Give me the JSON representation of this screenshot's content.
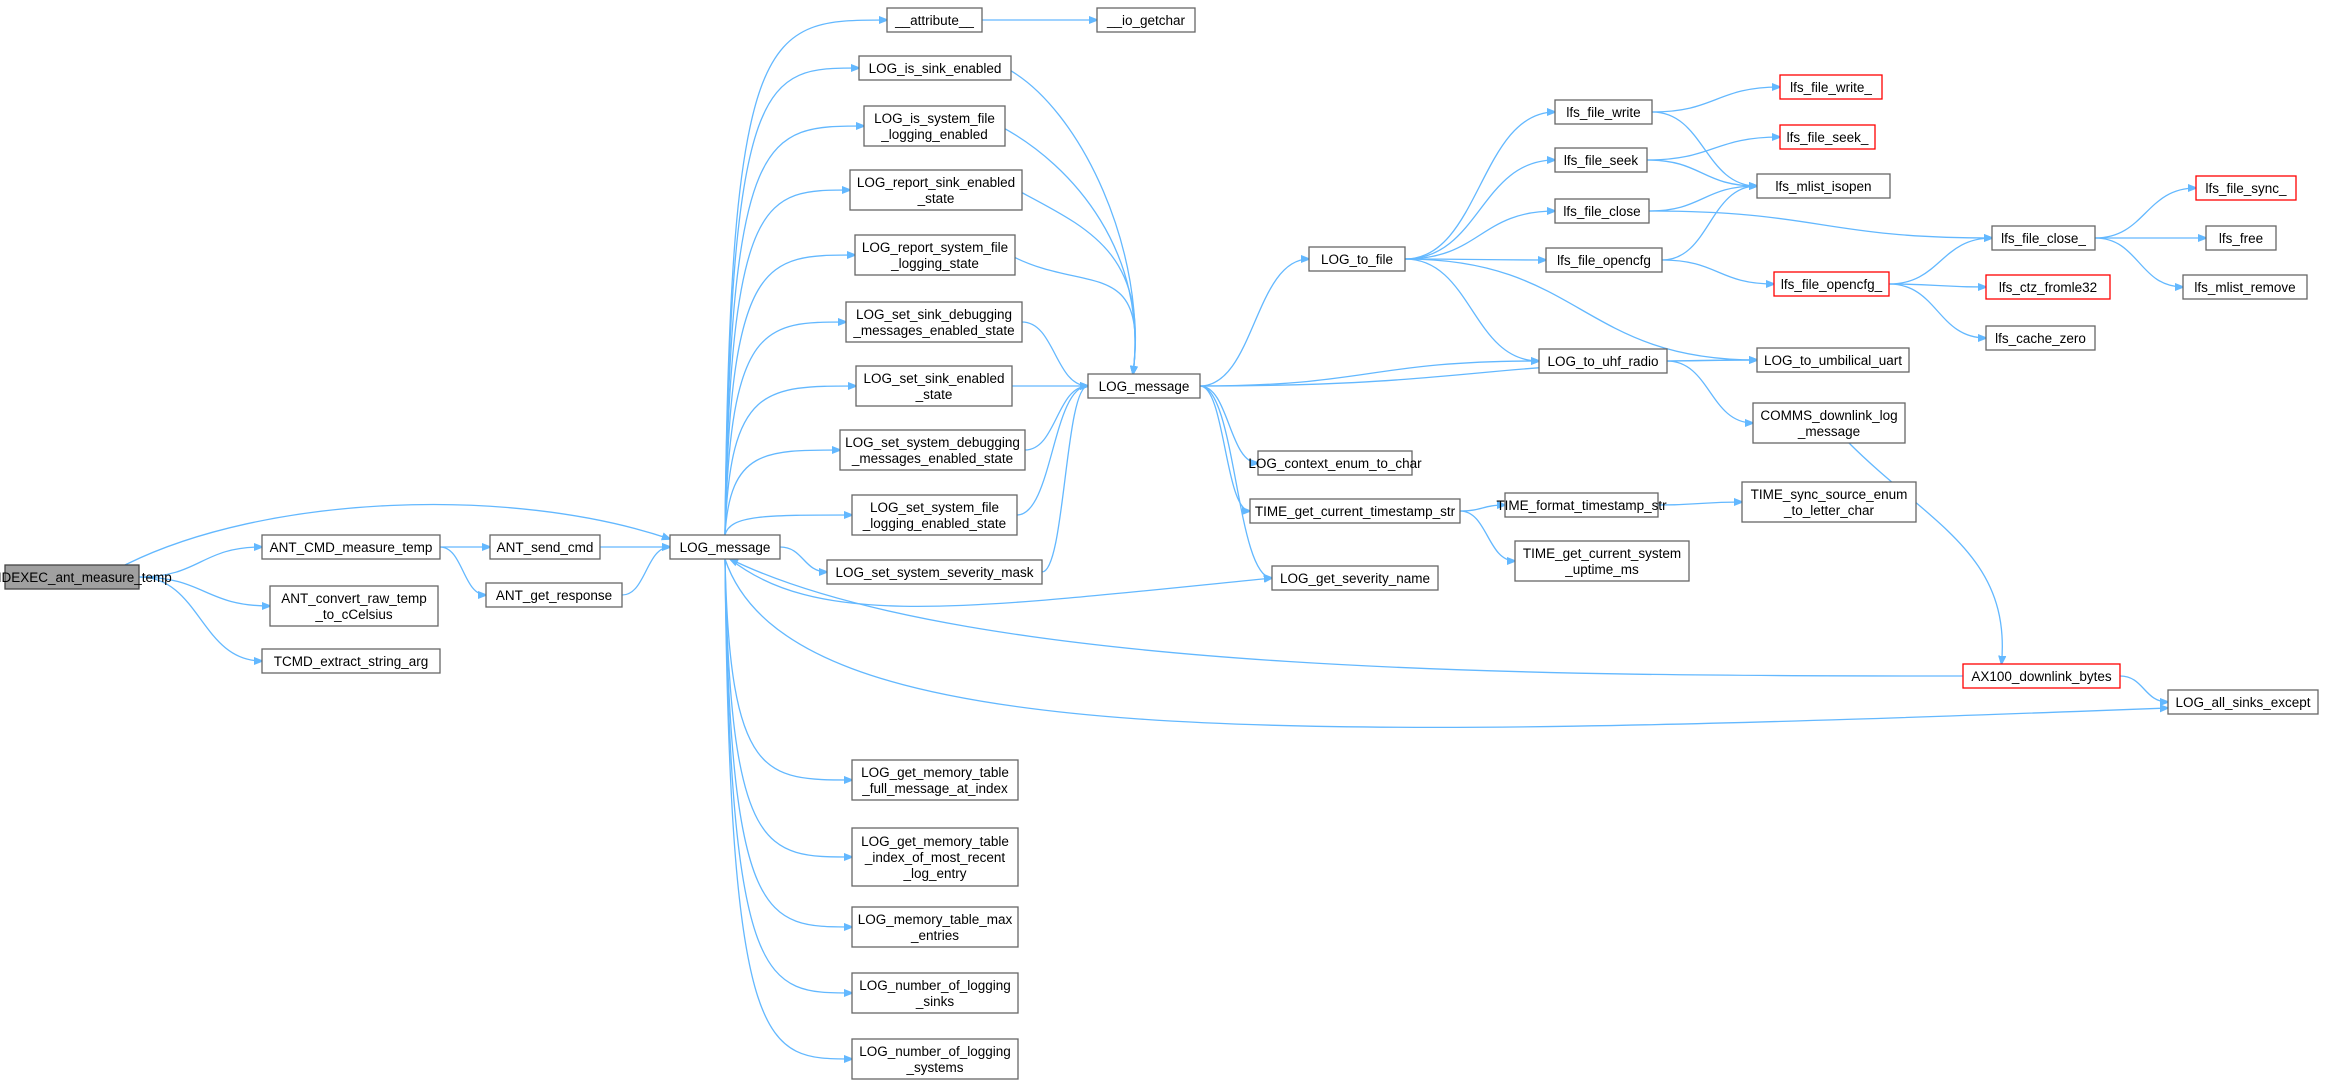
{
  "colors": {
    "edge": "#63b8ff",
    "node_border": "#666666",
    "root_fill": "#a0a0a0",
    "truncated_border": "#ff0000"
  },
  "nodes": {
    "root": [
      "TCMDEXEC_ant_measure_temp"
    ],
    "ant_cmd_measure_temp": [
      "ANT_CMD_measure_temp"
    ],
    "ant_convert": [
      "ANT_convert_raw_temp",
      "_to_cCelsius"
    ],
    "tcmd_extract": [
      "TCMD_extract_string_arg"
    ],
    "ant_send_cmd": [
      "ANT_send_cmd"
    ],
    "ant_get_response": [
      "ANT_get_response"
    ],
    "log_message_l": [
      "LOG_message"
    ],
    "attribute": [
      "__attribute__"
    ],
    "io_getchar": [
      "__io_getchar"
    ],
    "log_is_sink_enabled": [
      "LOG_is_sink_enabled"
    ],
    "log_is_system_file": [
      "LOG_is_system_file",
      "_logging_enabled"
    ],
    "log_report_sink": [
      "LOG_report_sink_enabled",
      "_state"
    ],
    "log_report_system_file": [
      "LOG_report_system_file",
      "_logging_state"
    ],
    "log_set_sink_debugging": [
      "LOG_set_sink_debugging",
      "_messages_enabled_state"
    ],
    "log_set_sink_enabled": [
      "LOG_set_sink_enabled",
      "_state"
    ],
    "log_set_system_debugging": [
      "LOG_set_system_debugging",
      "_messages_enabled_state"
    ],
    "log_set_system_file": [
      "LOG_set_system_file",
      "_logging_enabled_state"
    ],
    "log_set_system_severity": [
      "LOG_set_system_severity_mask"
    ],
    "log_get_mem_full": [
      "LOG_get_memory_table",
      "_full_message_at_index"
    ],
    "log_get_mem_index": [
      "LOG_get_memory_table",
      "_index_of_most_recent",
      "_log_entry"
    ],
    "log_mem_max": [
      "LOG_memory_table_max",
      "_entries"
    ],
    "log_num_sinks": [
      "LOG_number_of_logging",
      "_sinks"
    ],
    "log_num_systems": [
      "LOG_number_of_logging",
      "_systems"
    ],
    "log_message_c": [
      "LOG_message"
    ],
    "log_to_file": [
      "LOG_to_file"
    ],
    "log_context_enum": [
      "LOG_context_enum_to_char"
    ],
    "time_get_current_ts": [
      "TIME_get_current_timestamp_str"
    ],
    "log_get_severity": [
      "LOG_get_severity_name"
    ],
    "lfs_file_write": [
      "lfs_file_write"
    ],
    "lfs_file_seek": [
      "lfs_file_seek"
    ],
    "lfs_file_close": [
      "lfs_file_close"
    ],
    "lfs_file_opencfg": [
      "lfs_file_opencfg"
    ],
    "log_to_uhf": [
      "LOG_to_uhf_radio"
    ],
    "time_format_ts": [
      "TIME_format_timestamp_str"
    ],
    "time_get_uptime": [
      "TIME_get_current_system",
      "_uptime_ms"
    ],
    "lfs_file_write_": [
      "lfs_file_write_"
    ],
    "lfs_file_seek_": [
      "lfs_file_seek_"
    ],
    "lfs_mlist_isopen": [
      "lfs_mlist_isopen"
    ],
    "lfs_file_opencfg_": [
      "lfs_file_opencfg_"
    ],
    "log_to_umbilical": [
      "LOG_to_umbilical_uart"
    ],
    "comms_downlink": [
      "COMMS_downlink_log",
      "_message"
    ],
    "time_sync_source": [
      "TIME_sync_source_enum",
      "_to_letter_char"
    ],
    "ax100_downlink": [
      "AX100_downlink_bytes"
    ],
    "lfs_file_close_": [
      "lfs_file_close_"
    ],
    "lfs_ctz_fromle32": [
      "lfs_ctz_fromle32"
    ],
    "lfs_cache_zero": [
      "lfs_cache_zero"
    ],
    "lfs_file_sync_": [
      "lfs_file_sync_"
    ],
    "lfs_free": [
      "lfs_free"
    ],
    "lfs_mlist_remove": [
      "lfs_mlist_remove"
    ],
    "log_all_sinks_except": [
      "LOG_all_sinks_except"
    ]
  }
}
